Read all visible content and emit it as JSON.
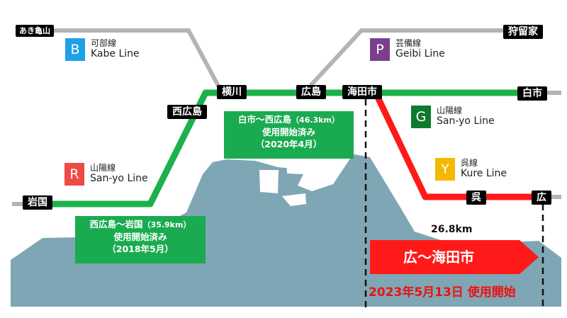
{
  "stations": {
    "aki_kameyama": "あき亀山",
    "karugaya": "狩留家",
    "yokogawa": "横川",
    "hiroshima": "広島",
    "kaitaichi": "海田市",
    "saijo": "白市",
    "nishi_hiroshima": "西広島",
    "iwakuni": "岩国",
    "kure": "呉",
    "hiro": "広"
  },
  "legend": {
    "kabe": {
      "letter": "B",
      "name_jp": "可部線",
      "name_en": "Kabe Line",
      "color": "#1ea0e6"
    },
    "geibi": {
      "letter": "P",
      "name_jp": "芸備線",
      "name_en": "Geibi Line",
      "color": "#7b3f8e"
    },
    "sanyo_east": {
      "letter": "G",
      "name_jp": "山陽線",
      "name_en": "San-yo Line",
      "color": "#0e7a2b"
    },
    "sanyo_west": {
      "letter": "R",
      "name_jp": "山陽線",
      "name_en": "San-yo Line",
      "color": "#f04b43"
    },
    "kure": {
      "letter": "Y",
      "name_jp": "呉線",
      "name_en": "Kure Line",
      "color": "#f5b800"
    }
  },
  "boxes": {
    "saijo_box": {
      "line1": "白市～西広島",
      "dist": "（46.3km）",
      "line2": "使用開始済み",
      "line3": "（2020年4月）"
    },
    "iwakuni_box": {
      "line1": "西広島～岩国",
      "dist": "（35.9km）",
      "line2": "使用開始済み",
      "line3": "（2018年5月）"
    }
  },
  "new_section": {
    "label": "広～海田市",
    "distance": "26.8km",
    "date": "2023年5月13日 使用開始"
  },
  "colors": {
    "green_line": "#1bb14c",
    "red_line": "#ff1a1a",
    "gray_line": "#b4b4b4",
    "land": "#7fa6b4"
  }
}
